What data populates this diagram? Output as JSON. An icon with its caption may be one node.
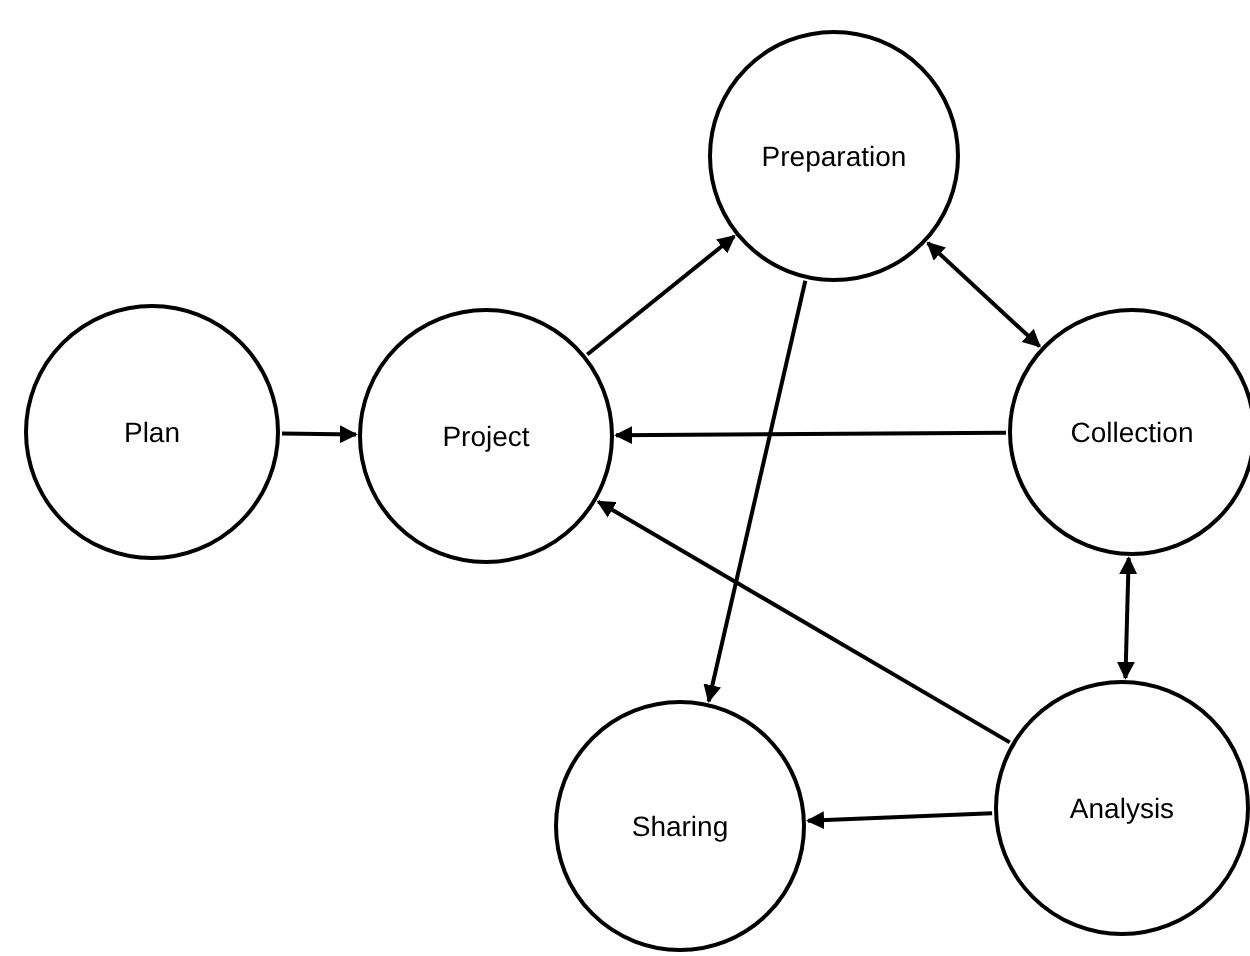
{
  "diagram": {
    "nodes": [
      {
        "text": [
          "Plan"
        ]
      },
      {
        "text": [
          "Project"
        ]
      },
      {
        "text": [
          "Preparation"
        ]
      },
      {
        "text": [
          "Collection"
        ]
      },
      {
        "text": [
          "Analysis"
        ]
      },
      {
        "text": [
          "Sharing"
        ]
      }
    ],
    "edges": [
      {
        "from": 0,
        "to": 1,
        "arrow": "to"
      },
      {
        "from": 1,
        "to": 2,
        "arrow": "to"
      },
      {
        "from": 2,
        "to": 3,
        "arrow": "both"
      },
      {
        "from": 3,
        "to": 1,
        "arrow": "to"
      },
      {
        "from": 2,
        "to": 5,
        "arrow": "to"
      },
      {
        "from": 3,
        "to": 4,
        "arrow": "both"
      },
      {
        "from": 4,
        "to": 1,
        "arrow": "to"
      },
      {
        "from": 4,
        "to": 5,
        "arrow": "to"
      }
    ]
  }
}
